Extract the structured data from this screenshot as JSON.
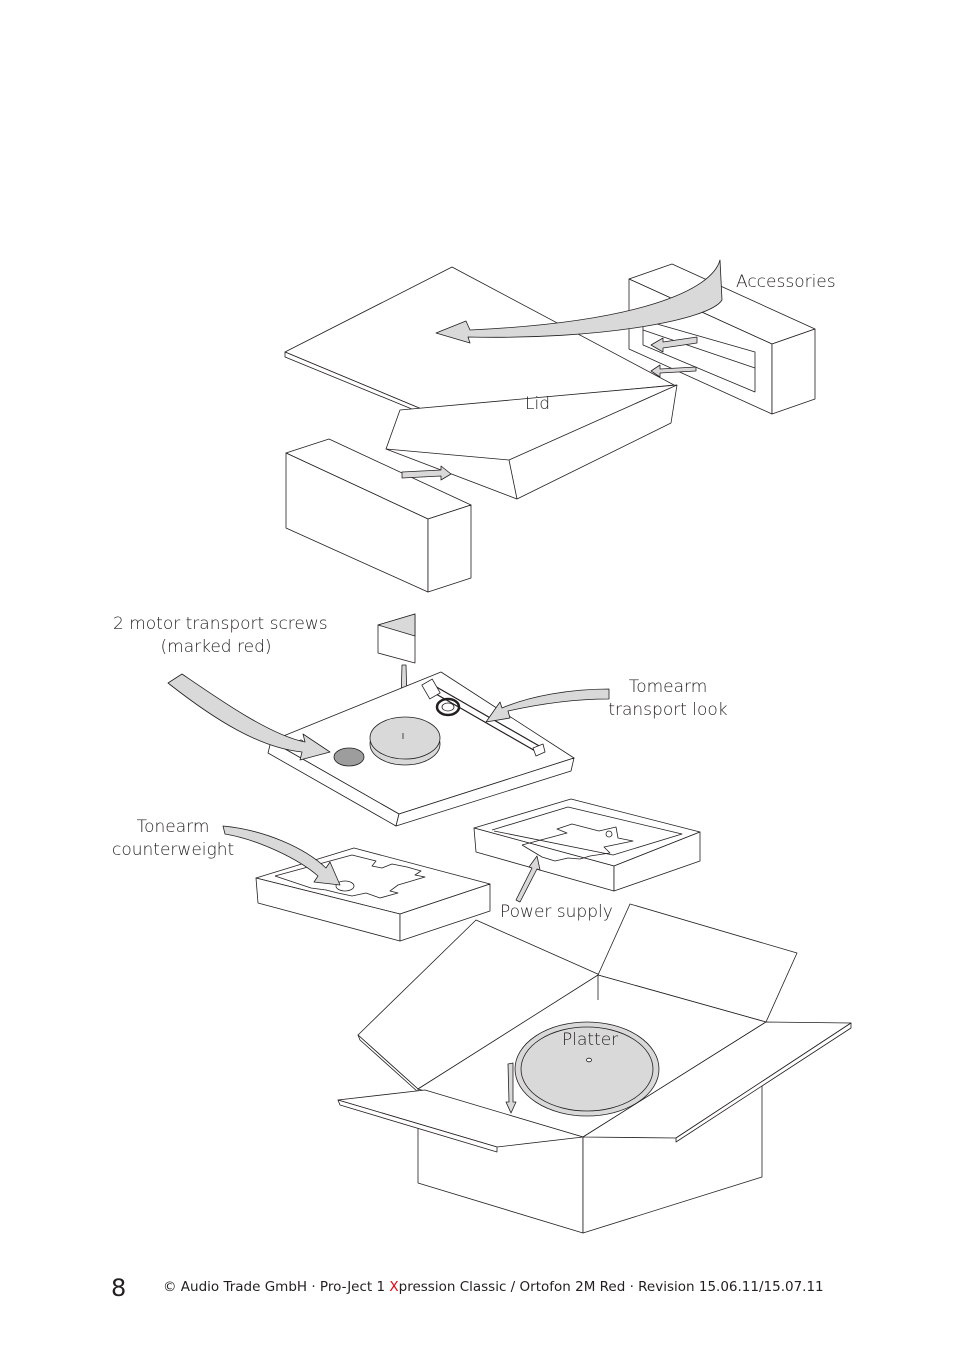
{
  "labels": {
    "accessories": "Accessories",
    "lid": "Lid",
    "motor_screws_line1": "2 motor transport screws",
    "motor_screws_line2": "(marked red)",
    "tonearm_lock_line1": "Tomearm",
    "tonearm_lock_line2": "transport look",
    "counterweight_line1": "Tonearm",
    "counterweight_line2": "counterweight",
    "power_supply": "Power supply",
    "platter": "Platter"
  },
  "footer": {
    "page_number": "8",
    "text_before": "© Audio Trade GmbH · Pro-Ject 1 ",
    "highlight": "X",
    "text_after": "pression Classic  / Ortofon 2M Red · Revision 15.06.11/15.07.11"
  },
  "colors": {
    "line": "#231f20",
    "fill_grey": "#d9d9d9",
    "dark_grey": "#9d9d9d",
    "highlight_red": "#e30613"
  }
}
